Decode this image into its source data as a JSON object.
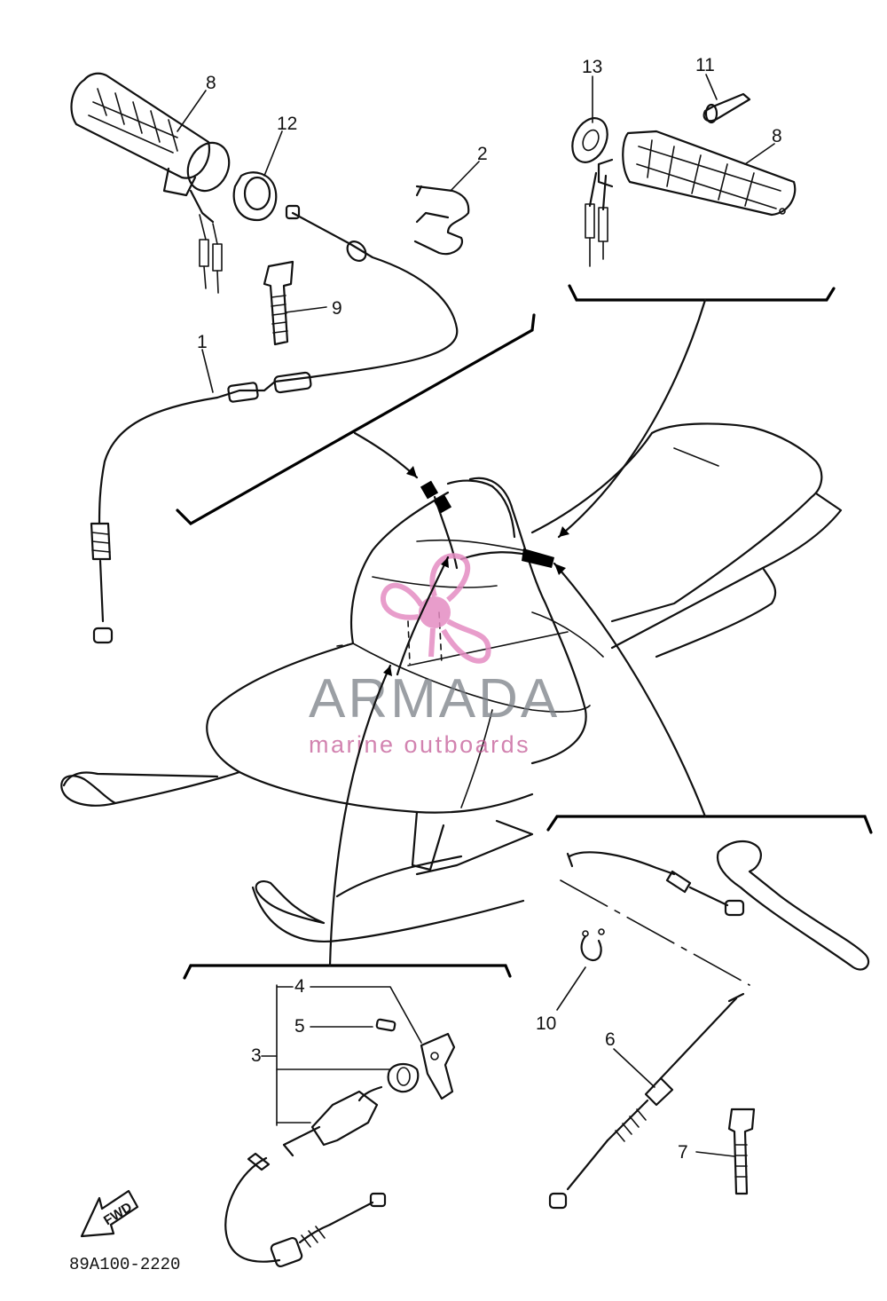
{
  "diagram": {
    "drawing_code": "89A100-2220",
    "fwd_label": "FWD",
    "callouts": [
      "1",
      "2",
      "3",
      "4",
      "5",
      "6",
      "7",
      "8",
      "8",
      "9",
      "10",
      "11",
      "12",
      "13"
    ]
  },
  "watermark": {
    "title": "ARMADA",
    "subtitle": "marine outboards",
    "logo_color": "#e48cc2",
    "text_color": "#7a7f86"
  },
  "icons": {
    "fwd_arrow": "fwd-arrow-icon",
    "logo": "armada-propeller-logo-icon"
  }
}
